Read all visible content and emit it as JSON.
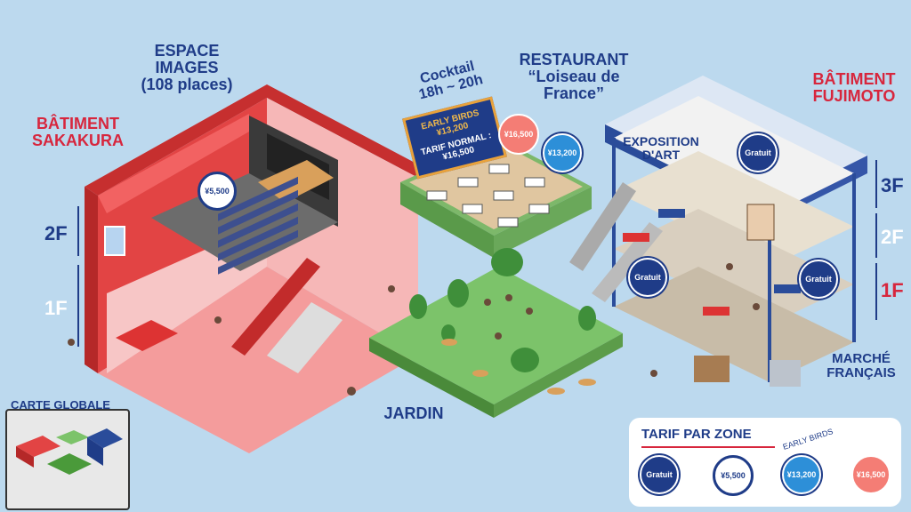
{
  "labels": {
    "espace_images": [
      "ESPACE",
      "IMAGES",
      "(108 places)"
    ],
    "batiment_sakakura": [
      "BÂTIMENT",
      "SAKAKURA"
    ],
    "cocktail": [
      "Cocktail",
      "18h ~ 20h"
    ],
    "restaurant": [
      "RESTAURANT",
      "“Loiseau de",
      "France”"
    ],
    "batiment_fujimoto": [
      "BÂTIMENT",
      "FUJIMOTO"
    ],
    "exposition": [
      "EXPOSITION",
      "D'ART"
    ],
    "marche": [
      "MARCHÉ",
      "FRANÇAIS"
    ],
    "jardin": "JARDIN",
    "carte_globale": "CARTE GLOBALE"
  },
  "floors_left": [
    "2F",
    "1F"
  ],
  "floors_right": [
    "3F",
    "2F",
    "1F"
  ],
  "sign": {
    "early": "EARLY BIRDS",
    "early_price": "¥13,200",
    "normal": "TARIF NORMAL :",
    "normal_price": "¥16,500"
  },
  "bubbles": {
    "cinema": "¥5,500",
    "restaurant_normal": "¥16,500",
    "restaurant_early": "¥13,200",
    "expo": "Gratuit",
    "fujimoto_2f_left": "Gratuit",
    "fujimoto_2f_right": "Gratuit"
  },
  "legend": {
    "title": "TARIF PAR ZONE",
    "early_caption": "EARLY BIRDS",
    "items": [
      "Gratuit",
      "¥5,500",
      "¥13,200",
      "¥16,500"
    ]
  },
  "colors": {
    "navy": "#1f3c88",
    "red": "#d7263d",
    "early_blue": "#2d8fd8",
    "normal_pink": "#f47d75",
    "garden_green": "#7cc36a"
  }
}
